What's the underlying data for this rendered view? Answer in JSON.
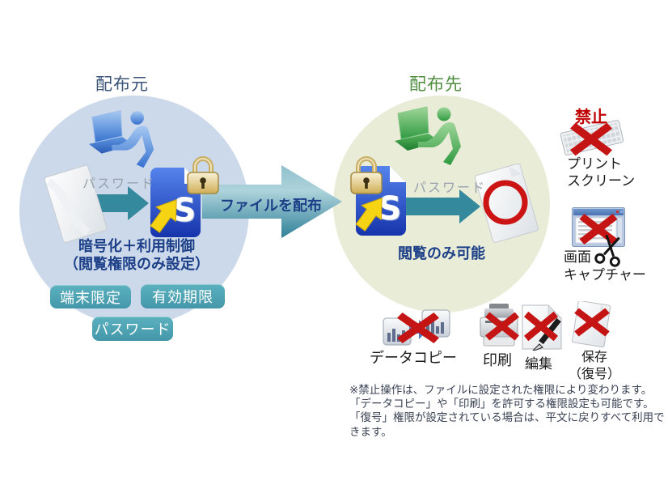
{
  "source": {
    "title": "配布元",
    "password": "パスワード",
    "process": "暗号化＋利用制御\n（閲覧権限のみ設定）",
    "badges": [
      "端末限定",
      "有効期限",
      "パスワード"
    ]
  },
  "transfer": {
    "label": "ファイルを配布"
  },
  "destination": {
    "title": "配布先",
    "password": "パスワード",
    "result": "閲覧のみ可能"
  },
  "restrictions": {
    "banner": "禁止",
    "print_screen": "プリント\nスクリーン",
    "screen_capture": "画面\nキャプチャー",
    "data_copy": "データコピー",
    "print": "印刷",
    "edit": "編集",
    "save": "保存\n（復号）"
  },
  "note": "※禁止操作は、ファイルに設定された権限により変わります。\n「データコピー」や「印刷」を許可する権限設定も可能です。\n「復号」権限が設定されている場合は、平文に戻りすべて利用で\nきます。",
  "icons": {
    "source_user": "user-laptop-icon",
    "destination_user": "user-laptop-icon",
    "file": "document-icon",
    "encrypted_file": "ts-secure-file-icon",
    "lock": "padlock-icon",
    "view_ok": "document-circle-icon",
    "print_screen": "keyboard-icon",
    "screen_capture": "window-scissors-icon",
    "data_copy": "chart-copy-icon",
    "print": "printer-icon",
    "edit": "document-pencil-icon",
    "save": "document-icon",
    "prohibited": "red-x-icon"
  },
  "colors": {
    "source_circle": "#ccd9ea",
    "destination_circle": "#e9ecd7",
    "arrow_teal": "#35899d",
    "badge_teal": "#4da6b6",
    "heading_blue": "#1c3f88",
    "source_title": "#3a5578",
    "destination_title": "#4e8c3e",
    "prohibit_red": "#c41414",
    "password_gray": "#98a1ad",
    "note_text": "#3a4254"
  }
}
